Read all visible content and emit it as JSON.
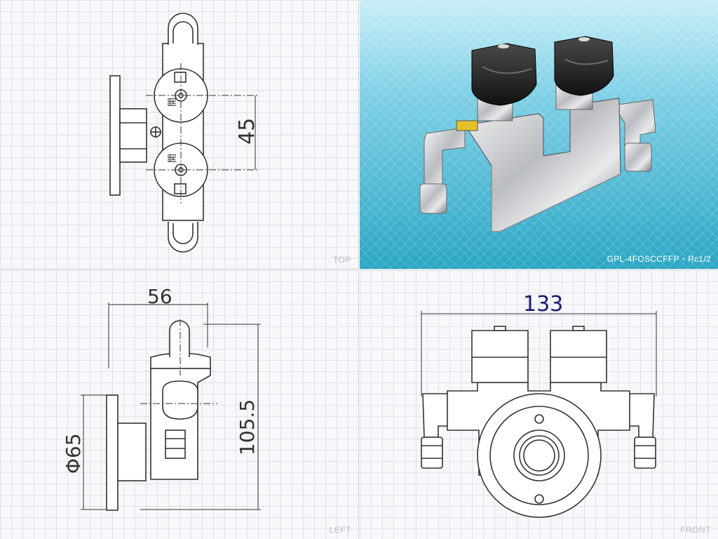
{
  "views": {
    "top": {
      "label": "TOP",
      "dimension": "45",
      "valve_marks": [
        "開",
        "開"
      ]
    },
    "photo": {
      "caption": "GPL-4FOSCCFFP・Rc1/2"
    },
    "left": {
      "label": "LEFT",
      "width_dim": "56",
      "height_dim": "105.5",
      "diameter_dim": "Φ65"
    },
    "front": {
      "label": "FRONT",
      "width_dim": "133"
    }
  },
  "colors": {
    "line": "#333333",
    "dim_front": "#1a1a6e",
    "photo_bg": "#2aa6c4"
  }
}
